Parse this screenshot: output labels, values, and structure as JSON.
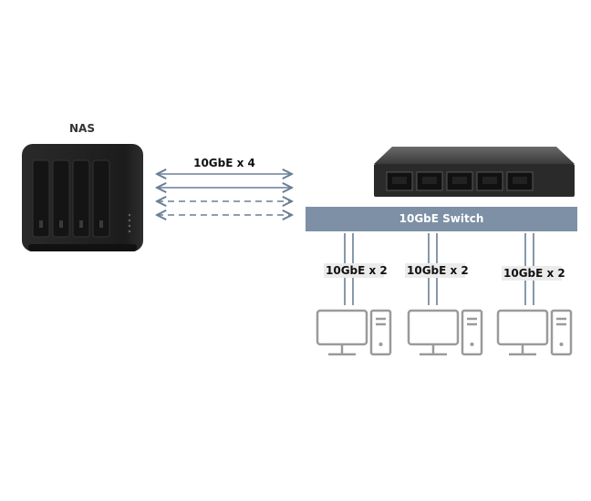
{
  "nas": {
    "label": "NAS"
  },
  "nas_link": {
    "label": "10GbE x 4"
  },
  "switch": {
    "label": "10GbE Switch"
  },
  "clients": [
    {
      "link_label": "10GbE x 2"
    },
    {
      "link_label": "10GbE x 2"
    },
    {
      "link_label": "10GbE x 2"
    }
  ],
  "colors": {
    "switch_bar": "#7d90a6",
    "link_line": "#6a7f96",
    "device_body": "#222222",
    "workstation": "#9a9a9a"
  }
}
